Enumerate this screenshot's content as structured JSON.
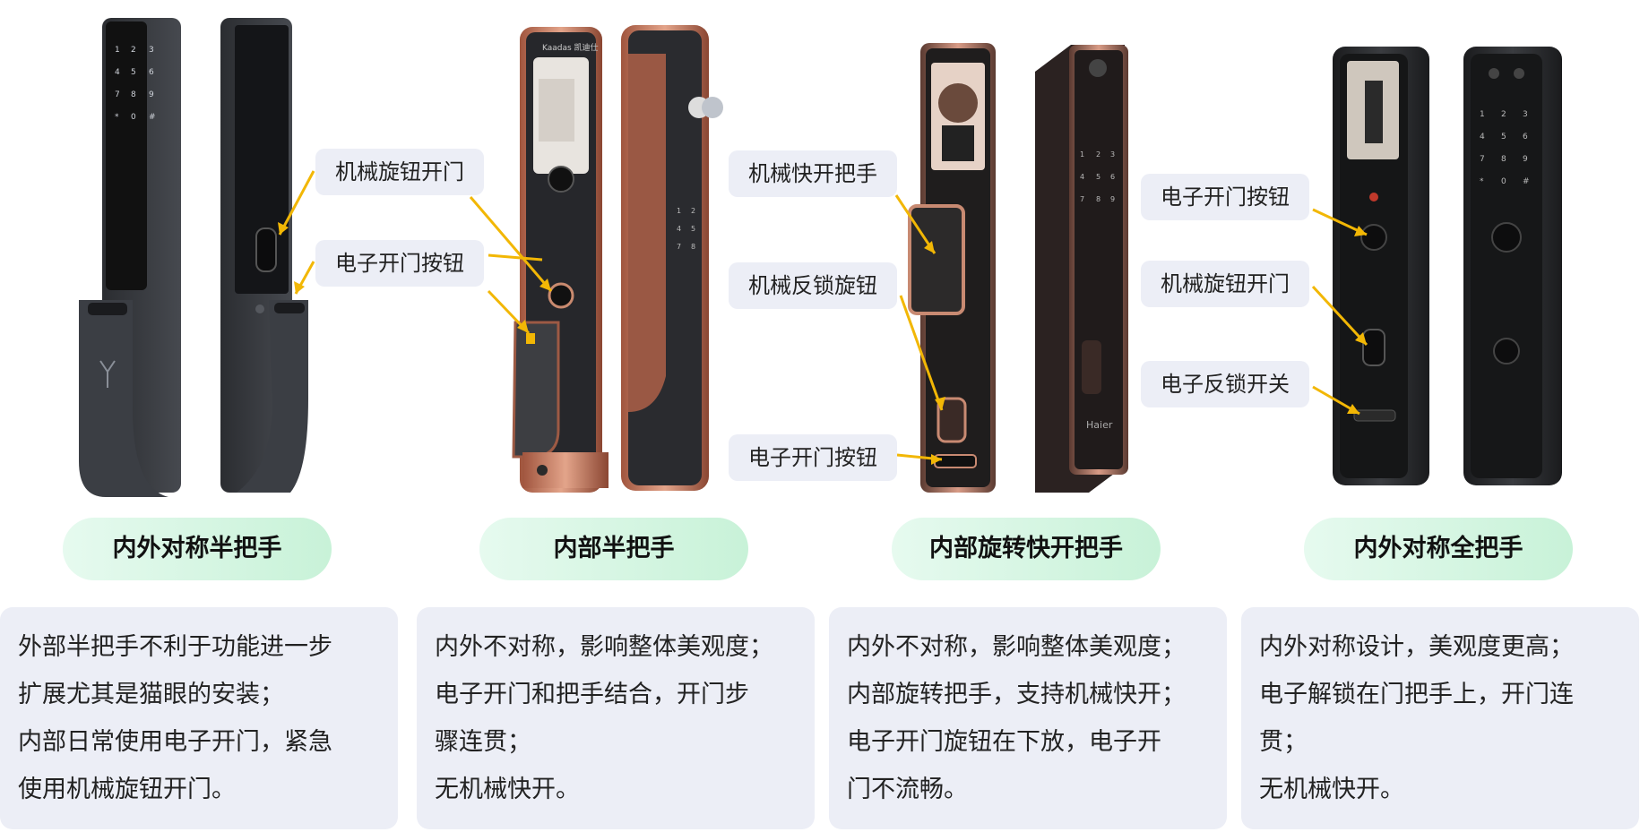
{
  "panels": [
    {
      "callouts": [
        "机械旋钮开门",
        "电子开门按钮"
      ],
      "title": "内外对称半把手",
      "desc": [
        "外部半把手不利于功能进一步",
        "扩展尤其是猫眼的安装；",
        "内部日常使用电子开门，紧急",
        "使用机械旋钮开门。"
      ]
    },
    {
      "callouts": [],
      "title": "内部半把手",
      "desc": [
        "内外不对称，影响整体美观度；",
        "电子开门和把手结合，开门步",
        "骤连贯；",
        "无机械快开。"
      ]
    },
    {
      "callouts": [
        "机械快开把手",
        "机械反锁旋钮",
        "电子开门按钮"
      ],
      "title": "内部旋转快开把手",
      "desc": [
        "内外不对称，影响整体美观度；",
        "内部旋转把手，支持机械快开；",
        "电子开门旋钮在下放，电子开",
        "门不流畅。"
      ]
    },
    {
      "callouts": [
        "电子开门按钮",
        "机械旋钮开门",
        "电子反锁开关"
      ],
      "title": "内外对称全把手",
      "desc": [
        "内外对称设计，美观度更高；",
        "电子解锁在门把手上，开门连",
        "贯；",
        "无机械快开。"
      ]
    }
  ],
  "brand_marks": {
    "kaadas": "Kaadas 凯迪仕",
    "haier": "Haier"
  },
  "colors": {
    "arrow": "#f2b705",
    "pill_start": "#e6faef",
    "pill_end": "#c8f2d8",
    "box": "#eceef6"
  }
}
